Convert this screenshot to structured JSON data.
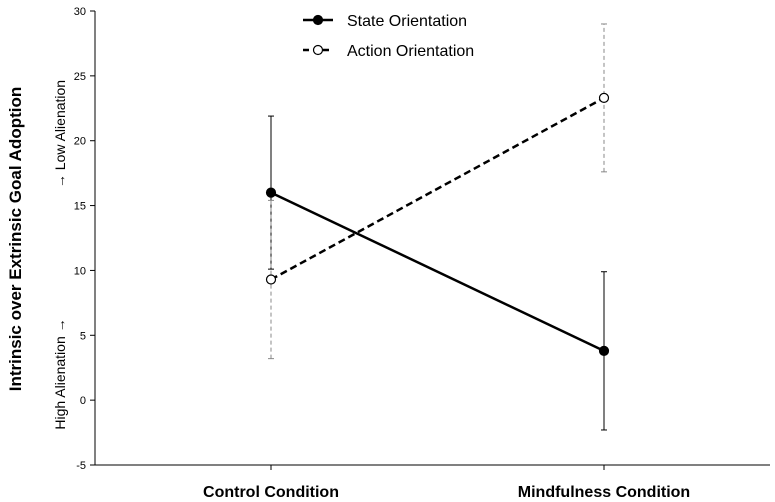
{
  "chart_data": {
    "type": "line",
    "categories": [
      "Control Condition",
      "Mindfulness Condition"
    ],
    "series": [
      {
        "name": "State Orientation",
        "values": [
          16.0,
          3.8
        ],
        "errors": [
          5.9,
          6.1
        ],
        "marker": "filled",
        "line": "solid",
        "color": "#000000"
      },
      {
        "name": "Action Orientation",
        "values": [
          9.3,
          23.3
        ],
        "errors": [
          6.1,
          5.7
        ],
        "marker": "open",
        "line": "dashed",
        "color": "#000000"
      }
    ],
    "ylabel": "Intrinsic over Extrinsic Goal Adoption",
    "ylabel_low": "High Alienation →",
    "ylabel_high": "→ Low Alienation",
    "ylim": [
      -5,
      30
    ],
    "yticks": [
      -5,
      0,
      5,
      10,
      15,
      20,
      25,
      30
    ],
    "grid": false,
    "legend": "top-center"
  }
}
